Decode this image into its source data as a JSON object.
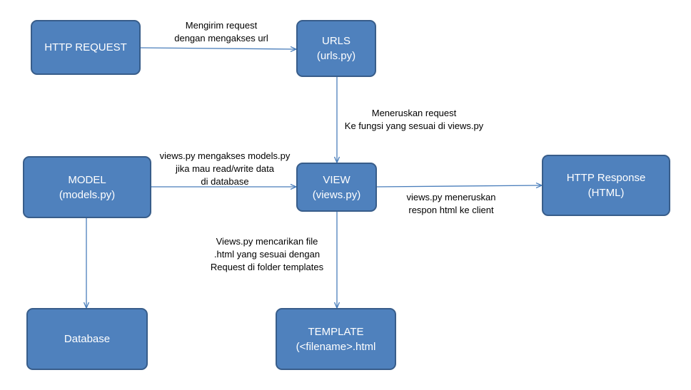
{
  "colors": {
    "node_fill": "#4f81bd",
    "node_border": "#385d8a",
    "connector": "#4a7ebb",
    "node_text": "#ffffff",
    "label_text": "#000000"
  },
  "nodes": {
    "http_request": {
      "line1": "HTTP REQUEST"
    },
    "urls": {
      "line1": "URLS",
      "line2": "(urls.py)"
    },
    "model": {
      "line1": "MODEL",
      "line2": "(models.py)"
    },
    "view": {
      "line1": "VIEW",
      "line2": "(views.py)"
    },
    "http_response": {
      "line1": "HTTP Response",
      "line2": "(HTML)"
    },
    "database": {
      "line1": "Database"
    },
    "template": {
      "line1": "TEMPLATE",
      "line2": "(<filename>.html"
    }
  },
  "labels": {
    "request_to_urls": {
      "line1": "Mengirim request",
      "line2": "dengan mengakses url"
    },
    "urls_to_view": {
      "line1": "Meneruskan request",
      "line2": "Ke fungsi yang sesuai di views.py"
    },
    "view_model": {
      "line1": "views.py mengakses models.py",
      "line2": "jika mau read/write data",
      "line3": "di database"
    },
    "view_to_response": {
      "line1": "views.py meneruskan",
      "line2": "respon html ke client"
    },
    "view_to_template": {
      "line1": "Views.py mencarikan file",
      "line2": ".html yang sesuai dengan",
      "line3": "Request di folder templates"
    }
  }
}
